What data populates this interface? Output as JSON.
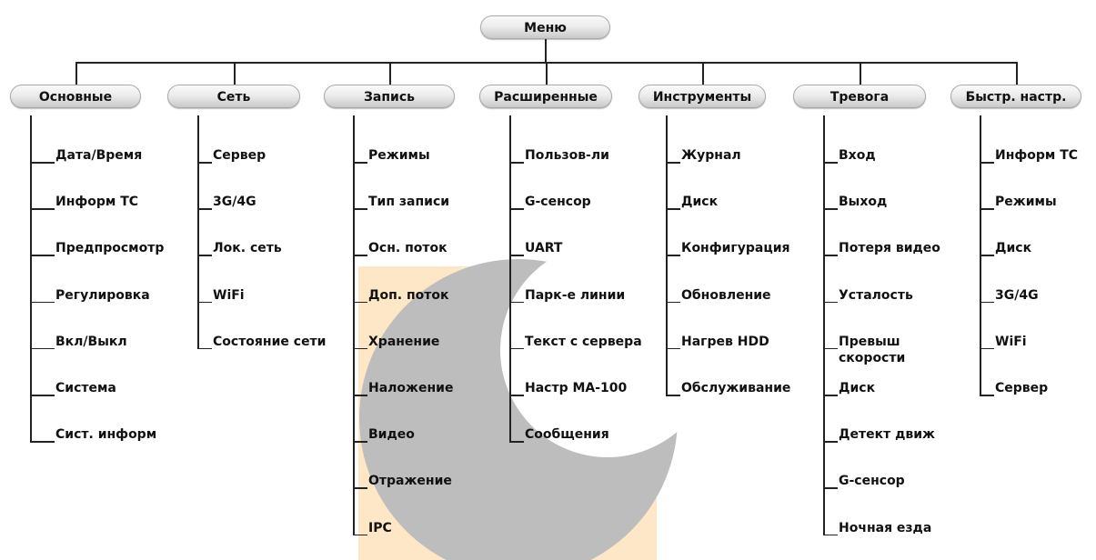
{
  "root": "Меню",
  "watermark_colors": {
    "gold": "#fde7c6",
    "gray": "#bdbdbd"
  },
  "categories": [
    {
      "name": "Основные",
      "items": [
        "Дата/Время",
        "Информ ТС",
        "Предпросмотр",
        "Регулировка",
        "Вкл/Выкл",
        "Система",
        "Сист. информ"
      ]
    },
    {
      "name": "Сеть",
      "items": [
        "Сервер",
        "3G/4G",
        "Лок. сеть",
        "WiFi",
        "Состояние сети"
      ]
    },
    {
      "name": "Запись",
      "items": [
        "Режимы",
        "Тип записи",
        "Осн. поток",
        "Доп. поток",
        "Хранение",
        "Наложение",
        "Видео",
        "Отражение",
        "IPC"
      ]
    },
    {
      "name": "Расширенные",
      "items": [
        "Пользов-ли",
        "G-сенсор",
        "UART",
        "Парк-е линии",
        "Текст с сервера",
        "Настр МА-100",
        "Сообщения"
      ]
    },
    {
      "name": "Инструменты",
      "items": [
        "Журнал",
        "Диск",
        "Конфигурация",
        "Обновление",
        "Нагрев HDD",
        "Обслуживание"
      ]
    },
    {
      "name": "Тревога",
      "items": [
        "Вход",
        "Выход",
        "Потеря видео",
        "Усталость",
        "Превыш скорости",
        "Диск",
        "Детект движ",
        "G-сенсор",
        "Ночная езда"
      ]
    },
    {
      "name": "Быстр. настр.",
      "items": [
        "Информ ТС",
        "Режимы",
        "Диск",
        "3G/4G",
        "WiFi",
        "Сервер"
      ]
    }
  ]
}
